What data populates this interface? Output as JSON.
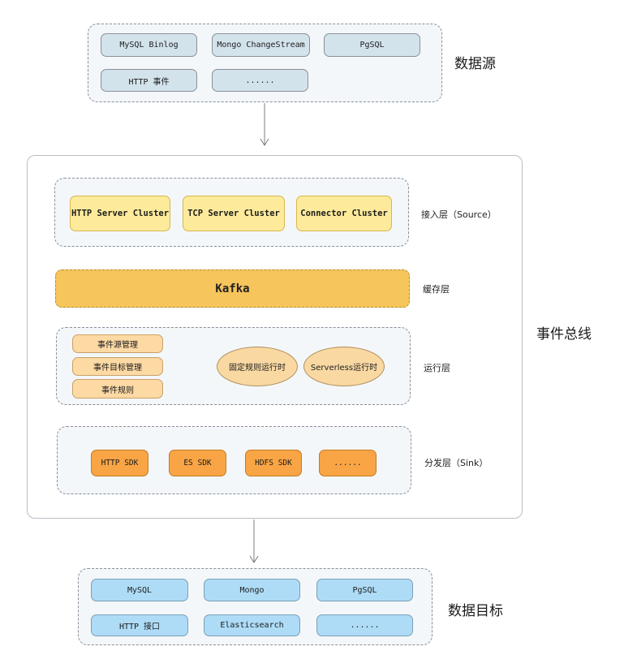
{
  "source": {
    "title": "数据源",
    "items": [
      "MySQL Binlog",
      "Mongo ChangeStream",
      "PgSQL",
      "HTTP 事件",
      "......"
    ]
  },
  "bus": {
    "title": "事件总线",
    "access_layer": {
      "label": "接入层（Source）",
      "items": [
        "HTTP Server Cluster",
        "TCP Server Cluster",
        "Connector Cluster"
      ]
    },
    "cache_layer": {
      "label": "缓存层",
      "item": "Kafka"
    },
    "runtime_layer": {
      "label": "运行层",
      "rules": [
        "事件源管理",
        "事件目标管理",
        "事件规则"
      ],
      "runtimes": [
        "固定规则运行时",
        "Serverless运行时"
      ]
    },
    "dispatch_layer": {
      "label": "分发层（Sink）",
      "items": [
        "HTTP SDK",
        "ES SDK",
        "HDFS SDK",
        "......"
      ]
    }
  },
  "target": {
    "title": "数据目标",
    "items": [
      "MySQL",
      "Mongo",
      "PgSQL",
      "HTTP 接口",
      "Elasticsearch",
      "......"
    ]
  }
}
